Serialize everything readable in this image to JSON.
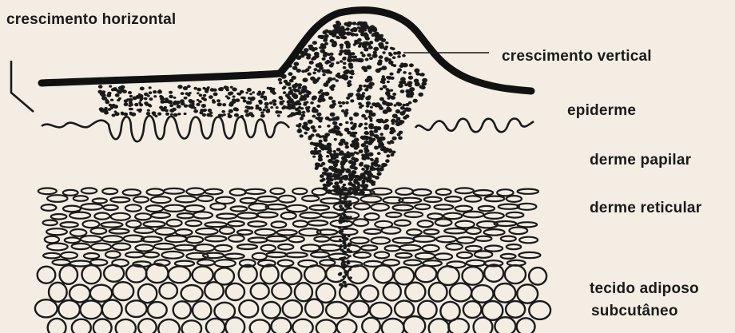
{
  "labels": {
    "horizontal_growth": "crescimento horizontal",
    "vertical_growth": "crescimento vertical",
    "epidermis": "epiderme",
    "papillary_dermis": "derme papilar",
    "reticular_dermis": "derme reticular",
    "subcutaneous_fat_line1": "tecido adiposo",
    "subcutaneous_fat_line2": "subcutâneo"
  },
  "colors": {
    "ink": "#1a1a1a",
    "paper": "#f3ede4"
  }
}
